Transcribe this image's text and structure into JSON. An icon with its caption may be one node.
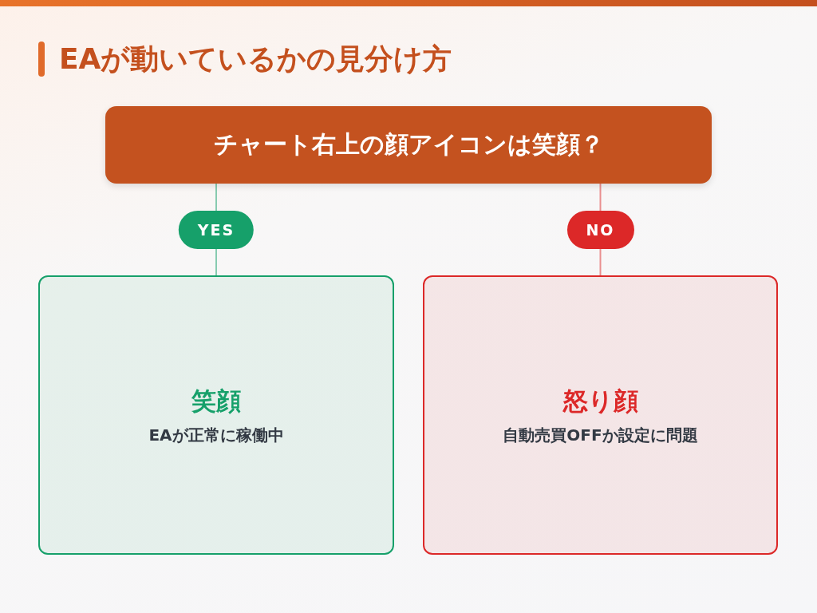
{
  "diagram": {
    "title": "EAが動いているかの見分け方",
    "nodes": [
      {
        "text": [
          "チャート右上の顔アイコンは笑顔？"
        ]
      },
      {
        "text": [
          "笑顔",
          "EAが正常に稼働中"
        ]
      },
      {
        "text": [
          "怒り顔",
          "自動売買OFFか設定に問題"
        ]
      }
    ],
    "edges": [
      {
        "from": 0,
        "to": 1,
        "arrow": "none",
        "label": "YES",
        "color": "#16a06a"
      },
      {
        "from": 0,
        "to": 2,
        "arrow": "none",
        "label": "NO",
        "color": "#dc2828"
      }
    ]
  }
}
